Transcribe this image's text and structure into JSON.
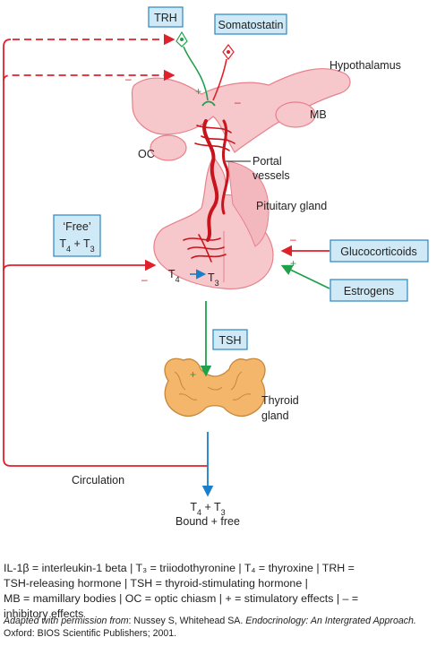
{
  "labels": {
    "trh": "TRH",
    "somatostatin": "Somatostatin",
    "hypothalamus": "Hypothalamus",
    "mb": "MB",
    "oc": "OC",
    "portal_line1": "Portal",
    "portal_line2": "vessels",
    "pituitary": "Pituitary gland",
    "free_line1": "‘Free’",
    "free_line2_a": "T",
    "free_line2_sub_a": "4",
    "free_line2_b": " + T",
    "free_line2_sub_b": "3",
    "glucocorticoids": "Glucocorticoids",
    "estrogens": "Estrogens",
    "t4_inner": "T",
    "t4_inner_sub": "4",
    "t3_inner": "T",
    "t3_inner_sub": "3",
    "tsh": "TSH",
    "thyroid_line1": "Thyroid",
    "thyroid_line2": "gland",
    "circulation": "Circulation",
    "bottom_line1_a": "T",
    "bottom_line1_sub_a": "4",
    "bottom_line1_b": " + T",
    "bottom_line1_sub_b": "3",
    "bottom_line2": "Bound + free"
  },
  "symbols": {
    "plus": "+",
    "minus": "–"
  },
  "legend_lines": [
    "IL-1β = interleukin-1 beta  |  T₃ = triiodothyronine  |  T₄ = thyroxine  |  TRH =",
    "TSH-releasing hormone  |  TSH = thyroid-stimulating hormone  |",
    "MB = mamillary bodies  |  OC = optic chiasm  |  + = stimulatory effects  |  – =",
    "inhibitory effects"
  ],
  "credit": {
    "prefix": "Adapted with permission from",
    "authors": ": Nussey S, Whitehead SA. ",
    "title": "Endocrinology: An Intergrated Approach.",
    "publisher": "Oxford: BIOS Scientific Publishers; 2001."
  },
  "colors": {
    "inhibitory": "#e0202a",
    "stimulatory": "#1fa04a",
    "secretion": "#1a7fc8",
    "box_fill": "#cfe9f7",
    "box_stroke": "#2a86c0",
    "tissue_fill": "#f6c8cc",
    "tissue_stroke": "#e8808c",
    "thyroid_fill": "#f3b66a",
    "thyroid_stroke": "#c8863a"
  }
}
